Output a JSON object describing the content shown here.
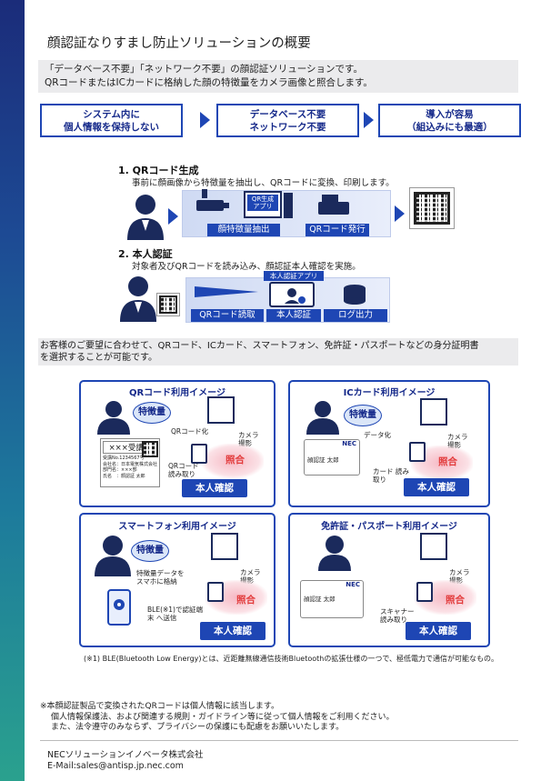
{
  "title": "顔認証なりすまし防止ソリューションの概要",
  "intro": {
    "line1": "「データベース不要」「ネットワーク不要」の顔認証ソリューションです。",
    "line2": "QRコードまたはICカードに格納した顔の特徴量をカメラ画像と照合します。"
  },
  "features": [
    {
      "l1": "システム内に",
      "l2": "個人情報を保持しない"
    },
    {
      "l1": "データベース不要",
      "l2": "ネットワーク不要"
    },
    {
      "l1": "導入が容易",
      "l2": "（組込みにも最適）"
    }
  ],
  "step1": {
    "head": "1.  QRコード生成",
    "desc": "事前に顔画像から特徴量を抽出し、QRコードに変換、印刷します。",
    "app": "QR生成 アプリ",
    "box1": "顔特徴量抽出",
    "box2": "QRコード発行"
  },
  "step2": {
    "head": "2.  本人認証",
    "desc": "対象者及びQRコードを読み込み、顔認証本人確認を実施。",
    "app": "本人認証アプリ",
    "box1": "QRコード読取",
    "box2": "本人認証",
    "box3": "ログ出力"
  },
  "choice": {
    "line1": "お客様のご要望に合わせて、QRコード、ICカード、スマートフォン、免許証・パスポートなどの身分証明書",
    "line2": "を選択することが可能です。"
  },
  "cards": {
    "qr": {
      "title": "QRコード利用イメージ",
      "feature": "特徴量",
      "to_qr": "QRコード化",
      "ticket": "×××受講票",
      "ticket_lines": [
        "受講No.1234567号",
        "会社名：日本電気株式会社",
        "部門名：×××部",
        "氏名　：顔認証 太郎"
      ],
      "read": "QRコード 読み取り",
      "camera": "カメラ 撮影",
      "match": "照合",
      "confirm": "本人確認"
    },
    "ic": {
      "title": "ICカード利用イメージ",
      "feature": "特徴量",
      "to_data": "データ化",
      "nec": "NEC",
      "name": "顔認証 太郎",
      "read": "カード 読み取り",
      "camera": "カメラ 撮影",
      "match": "照合",
      "confirm": "本人確認"
    },
    "phone": {
      "title": "スマートフォン利用イメージ",
      "feature": "特徴量",
      "store": "特徴量データを スマホに格納",
      "ble": "BLE(※1)で認証端末 へ送信",
      "camera": "カメラ 撮影",
      "match": "照合",
      "confirm": "本人確認"
    },
    "license": {
      "title": "免許証・パスポート利用イメージ",
      "nec": "NEC",
      "name": "顔認証 太郎",
      "read": "スキャナー 読み取り",
      "camera": "カメラ 撮影",
      "match": "照合",
      "confirm": "本人確認"
    }
  },
  "footnote": "(※1) BLE(Bluetooth Low Energy)とは、近距離無線通信技術Bluetoothの拡張仕様の一つで、極低電力で通信が可能なもの。",
  "notes": [
    "※本顔認証製品で変換されたQRコードは個人情報に該当します。",
    "個人情報保護法、および関連する規則・ガイドライン等に従って個人情報をご利用ください。",
    "また、法令遵守のみならず、プライバシーの保護にも配慮をお願いいたします。"
  ],
  "company": "NECソリューションイノベータ株式会社",
  "email": "E-Mail:sales@antisp.jp.nec.com",
  "colors": {
    "accent": "#1e46b4",
    "match": "#e23a3a"
  }
}
